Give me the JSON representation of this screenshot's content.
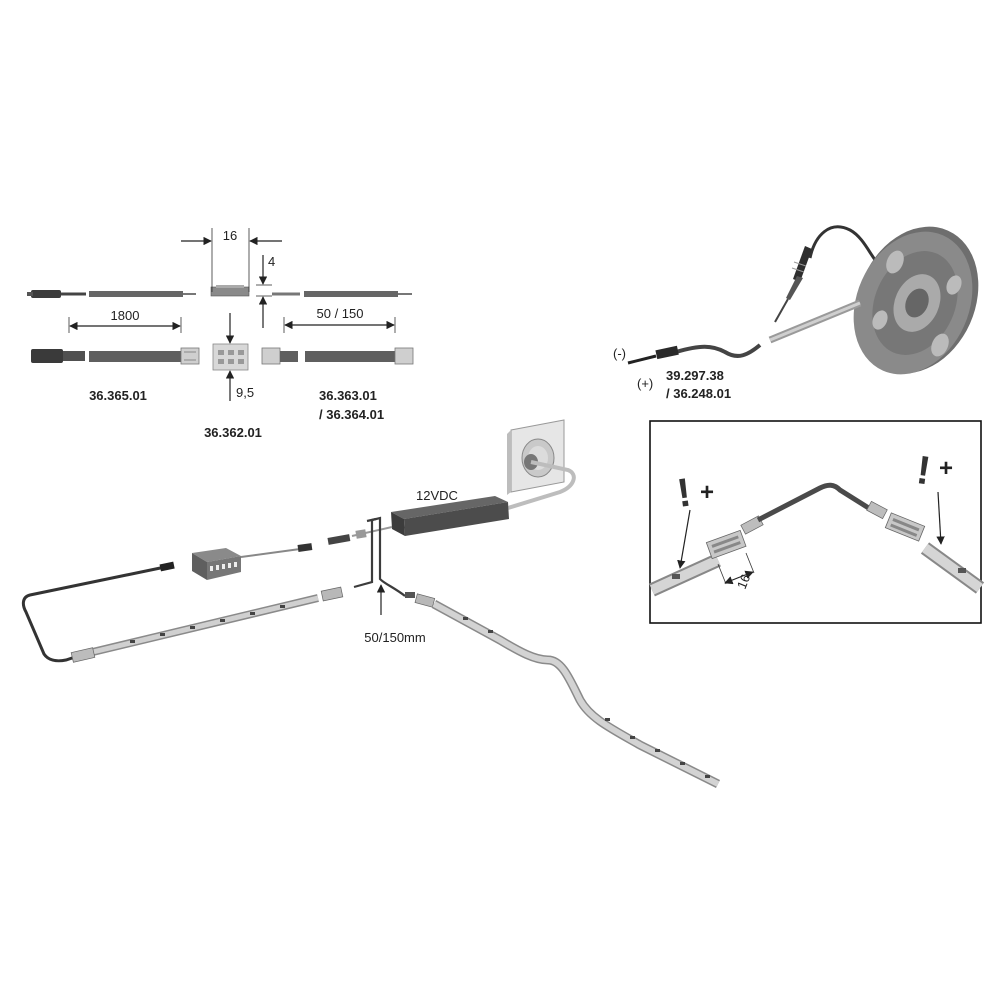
{
  "top_diagram": {
    "dim_connector_width": "16",
    "dim_connector_height": "4",
    "dim_cable_length": "1800",
    "dim_connector_height_2": "9,5",
    "dim_lengths": "50 / 150",
    "part_left": "36.365.01",
    "part_center": "36.362.01",
    "part_right_line1": "36.363.01",
    "part_right_line2": "/ 36.364.01"
  },
  "reel_diagram": {
    "minus_label": "(-)",
    "plus_label": "(+)",
    "part_line1": "39.297.38",
    "part_line2": "/ 36.248.01"
  },
  "main_diagram": {
    "psu_label": "12VDC",
    "distance_label": "50/150mm"
  },
  "inset": {
    "warning_left": "!",
    "plus_left": "+",
    "warning_right": "!",
    "plus_right": "+",
    "dim_label": "16"
  }
}
